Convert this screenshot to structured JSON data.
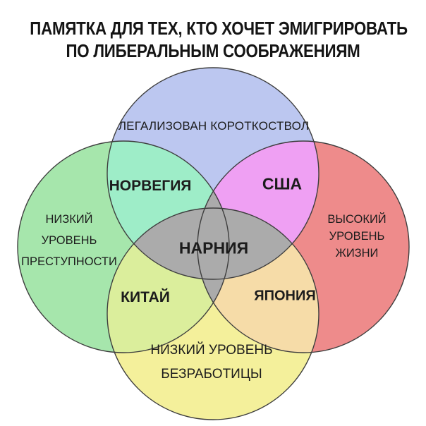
{
  "title": {
    "line1": "ПАМЯТКА ДЛЯ ТЕХ, КТО ХОЧЕТ ЭМИГРИРОВАТЬ",
    "line2": "ПО ЛИБЕРАЛЬНЫМ СООБРАЖЕНИЯМ"
  },
  "venn": {
    "outline_color": "#3e3e3e",
    "circles": {
      "top": {
        "label": "ЛЕГАЛИЗОВАН КОРОТКОСТВОЛ",
        "color": "#bcc7f0"
      },
      "left": {
        "label_lines": [
          "НИЗКИЙ",
          "УРОВЕНЬ",
          "ПРЕСТУПНОСТИ"
        ],
        "color": "#a6e6ac"
      },
      "right": {
        "label_lines": [
          "ВЫСОКИЙ",
          "УРОВЕНЬ",
          "ЖИЗНИ"
        ],
        "color": "#ee8b8b"
      },
      "bottom": {
        "label_lines": [
          "НИЗКИЙ УРОВЕНЬ",
          "БЕЗРАБОТИЦЫ"
        ],
        "color": "#f4f09b"
      }
    },
    "intersections": {
      "top_left": {
        "label": "НОРВЕГИЯ",
        "color": "#9eedc8"
      },
      "top_right": {
        "label": "США",
        "color": "#efa0f3"
      },
      "bottom_left": {
        "label": "КИТАЙ",
        "color": "#dbee9c"
      },
      "bottom_right": {
        "label": "ЯПОНИЯ",
        "color": "#f6dca8"
      },
      "center": {
        "label": "НАРНИЯ",
        "color": "#ababab"
      }
    }
  }
}
